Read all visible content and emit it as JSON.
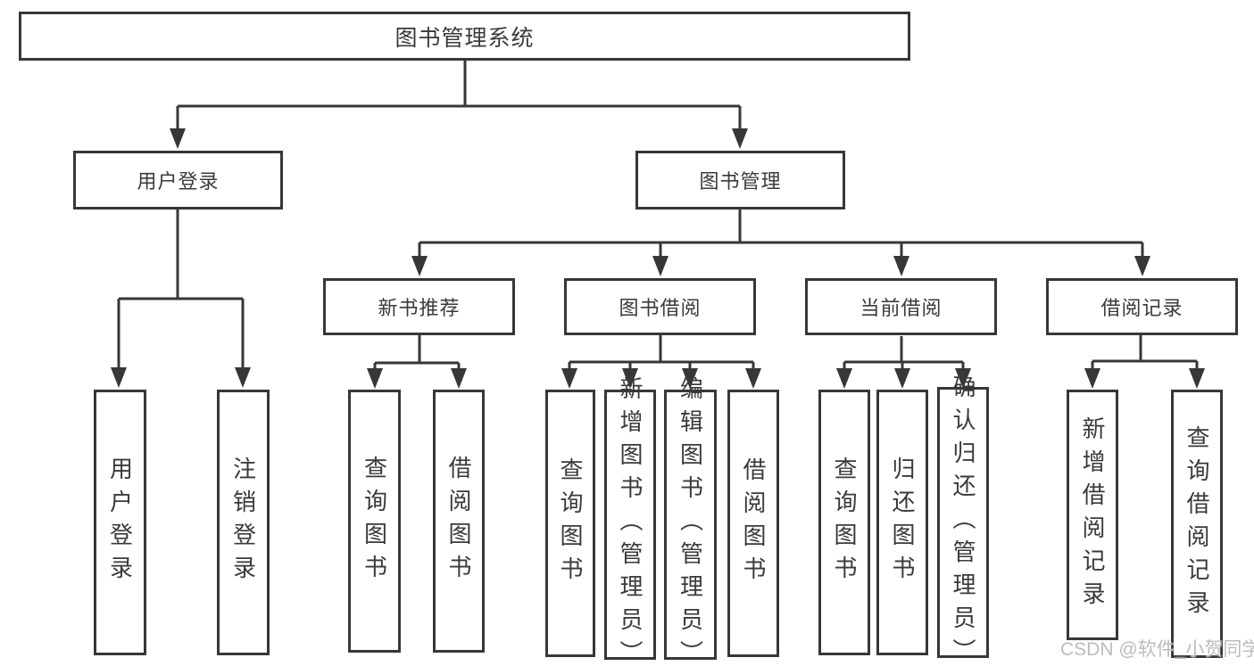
{
  "diagram": {
    "root": {
      "label": "图书管理系统"
    },
    "level2": [
      {
        "label": "用户登录"
      },
      {
        "label": "图书管理"
      }
    ],
    "level3": [
      {
        "label": "新书推荐"
      },
      {
        "label": "图书借阅"
      },
      {
        "label": "当前借阅"
      },
      {
        "label": "借阅记录"
      }
    ],
    "leaves": [
      {
        "label": "用户登录",
        "parent": "用户登录"
      },
      {
        "label": "注销登录",
        "parent": "用户登录"
      },
      {
        "label": "查询图书",
        "parent": "新书推荐"
      },
      {
        "label": "借阅图书",
        "parent": "新书推荐"
      },
      {
        "label": "查询图书",
        "parent": "图书借阅"
      },
      {
        "label": "新增图书（管理员）",
        "parent": "图书借阅"
      },
      {
        "label": "编辑图书（管理员）",
        "parent": "图书借阅"
      },
      {
        "label": "借阅图书",
        "parent": "图书借阅"
      },
      {
        "label": "查询图书",
        "parent": "当前借阅"
      },
      {
        "label": "归还图书",
        "parent": "当前借阅"
      },
      {
        "label": "确认归还（管理员）",
        "parent": "当前借阅"
      },
      {
        "label": "新增借阅记录",
        "parent": "借阅记录"
      },
      {
        "label": "查询借阅记录",
        "parent": "借阅记录"
      }
    ],
    "colors": {
      "border": "#373737",
      "line": "#373737",
      "text": "#3a3a3a",
      "background": "#ffffff",
      "watermark": "#bcbcbc"
    }
  },
  "watermark": {
    "text": "CSDN @软件_小贺同学"
  }
}
